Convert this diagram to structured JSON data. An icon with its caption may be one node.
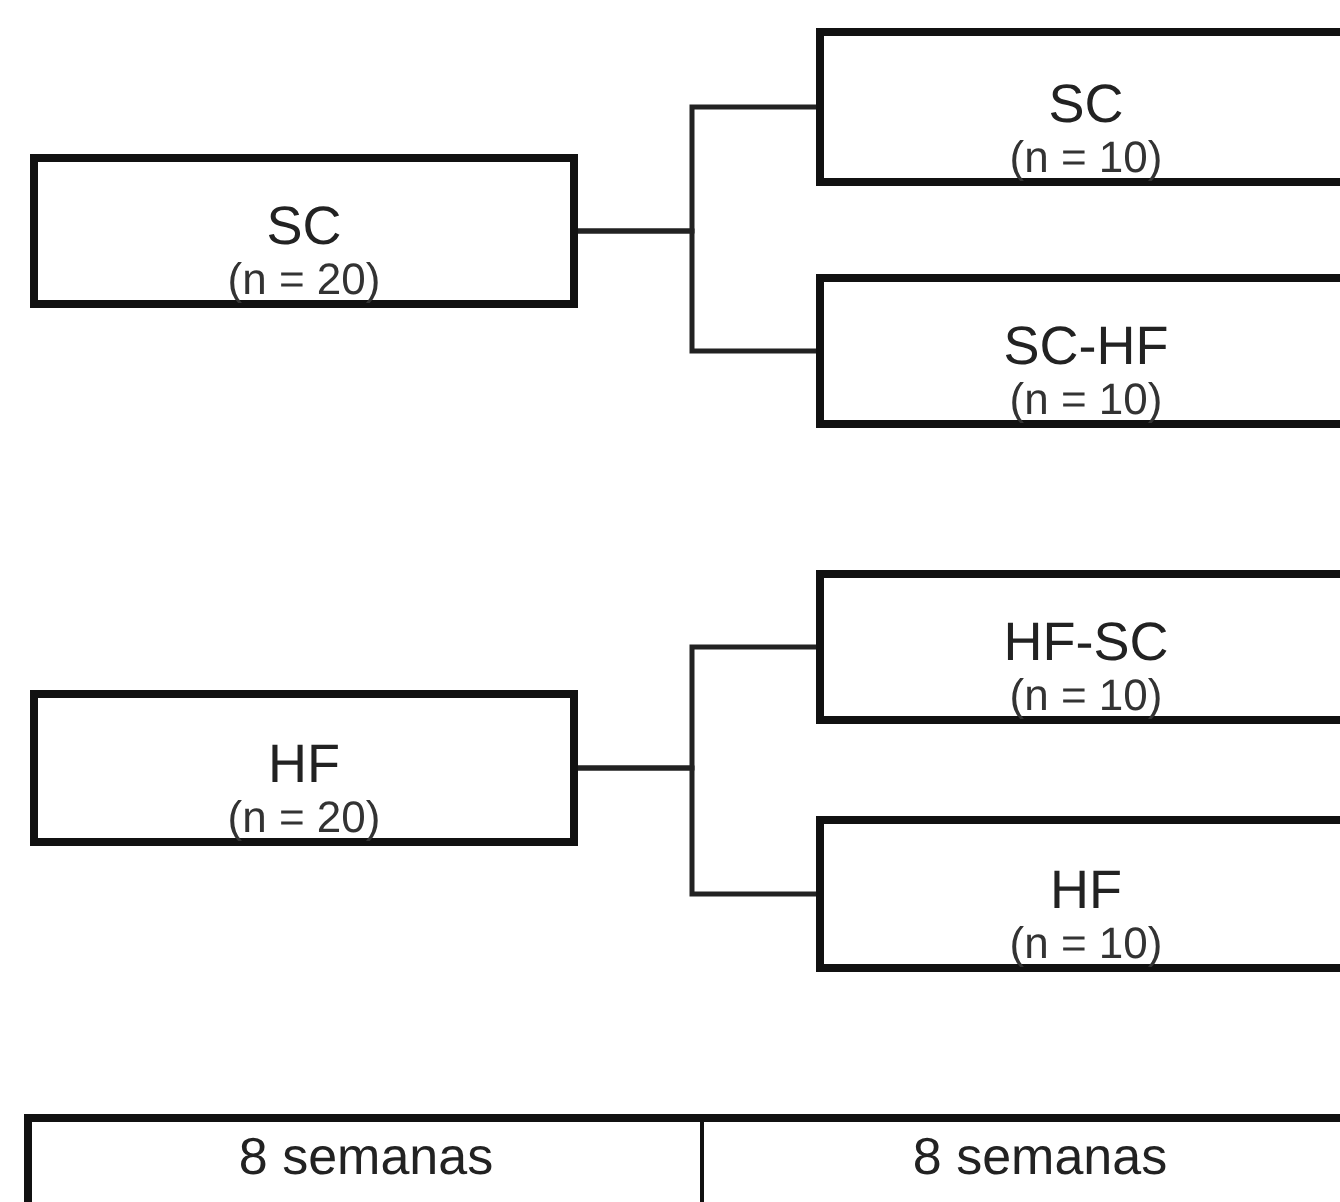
{
  "diagram": {
    "nodes": [
      {
        "text": [
          "SC",
          "(n = 20)"
        ]
      },
      {
        "text": [
          "SC",
          "(n = 10)"
        ]
      },
      {
        "text": [
          "SC-HF",
          "(n = 10)"
        ]
      },
      {
        "text": [
          "HF",
          "(n = 20)"
        ]
      },
      {
        "text": [
          "HF-SC",
          "(n = 10)"
        ]
      },
      {
        "text": [
          "HF",
          "(n = 10)"
        ]
      }
    ],
    "edges": [
      {
        "from": 0,
        "to": 1,
        "arrow": "none"
      },
      {
        "from": 0,
        "to": 2,
        "arrow": "none"
      },
      {
        "from": 3,
        "to": 4,
        "arrow": "none"
      },
      {
        "from": 3,
        "to": 5,
        "arrow": "none"
      }
    ],
    "labels": [
      "8 semanas",
      "8 semanas"
    ]
  }
}
